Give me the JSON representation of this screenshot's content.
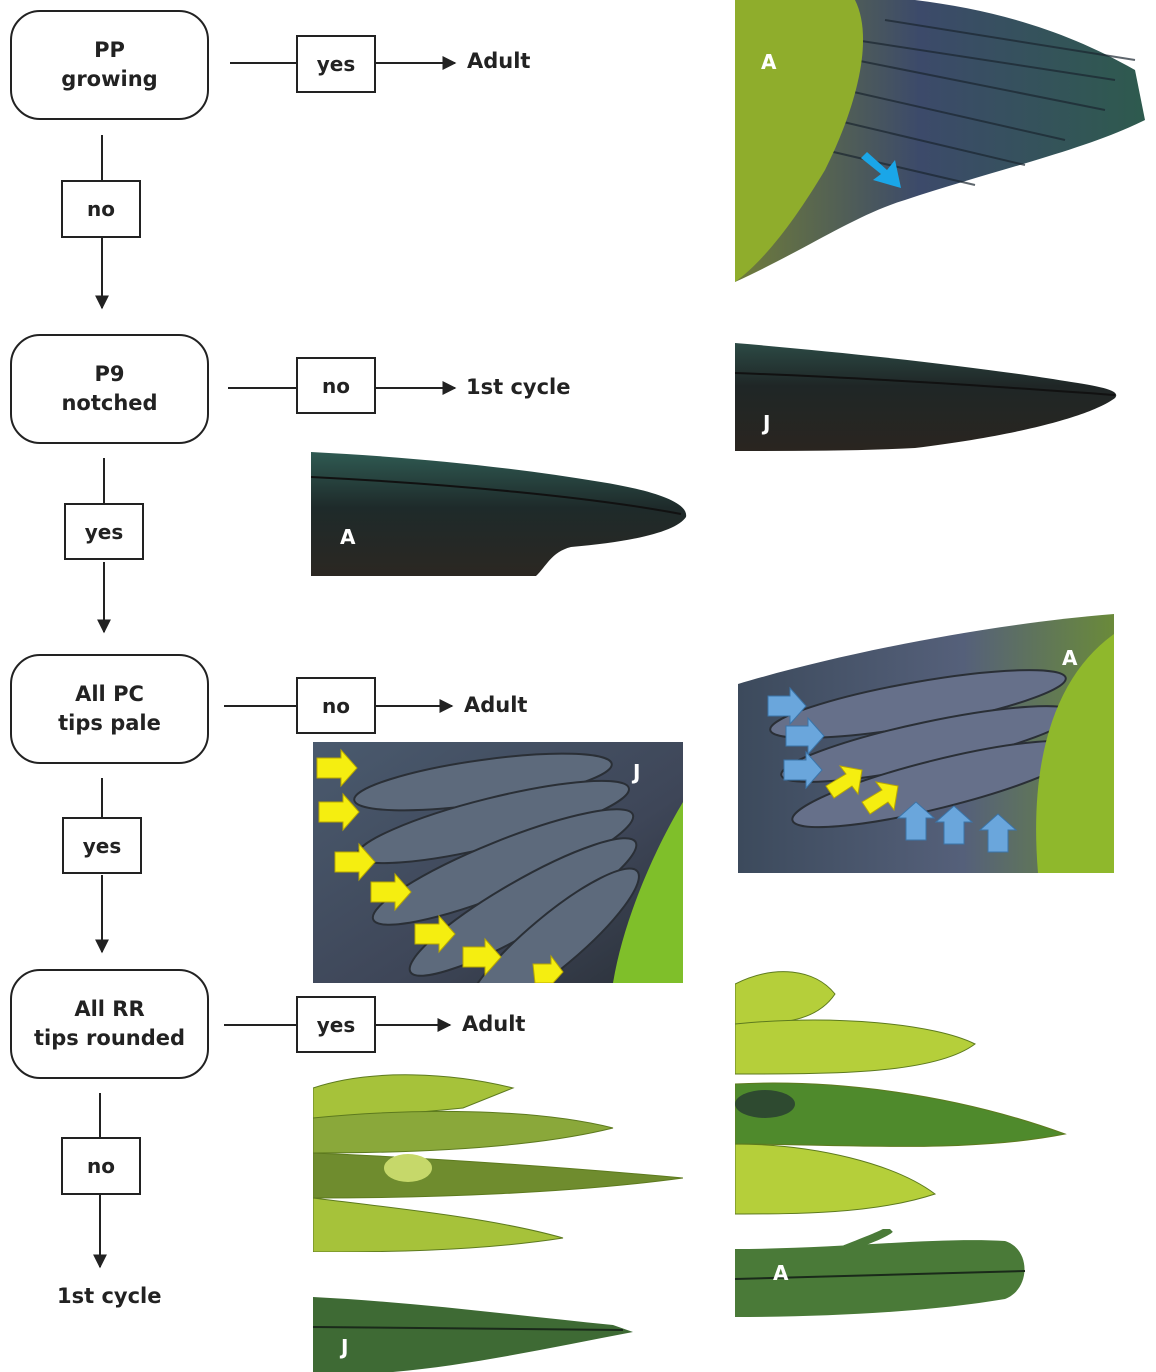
{
  "flow": {
    "nodes": [
      {
        "line1": "PP",
        "line2": "growing"
      },
      {
        "line1": "P9",
        "line2": "notched"
      },
      {
        "line1": "All PC",
        "line2": "tips pale"
      },
      {
        "line1": "All RR",
        "line2": "tips rounded"
      }
    ],
    "side_answers": [
      "yes",
      "no",
      "no",
      "yes"
    ],
    "side_results": [
      "Adult",
      "1st cycle",
      "Adult",
      "Adult"
    ],
    "down_answers": [
      "no",
      "yes",
      "yes",
      "no"
    ],
    "final_result": "1st cycle"
  },
  "photos": {
    "wing_adult": "A",
    "p9_juvenile": "J",
    "p9_adult": "A",
    "coverts_juvenile": "J",
    "coverts_adult": "A",
    "tail_adult": "A",
    "tail_juvenile": "J"
  },
  "colors": {
    "line": "#222222",
    "yellow_arrow": "#f5ee10",
    "blue_arrow": "#6aa6dc",
    "cyan_arrow": "#1aa6e8",
    "feather_green": "#7fa82a",
    "feather_dark": "#1f2a2a"
  }
}
